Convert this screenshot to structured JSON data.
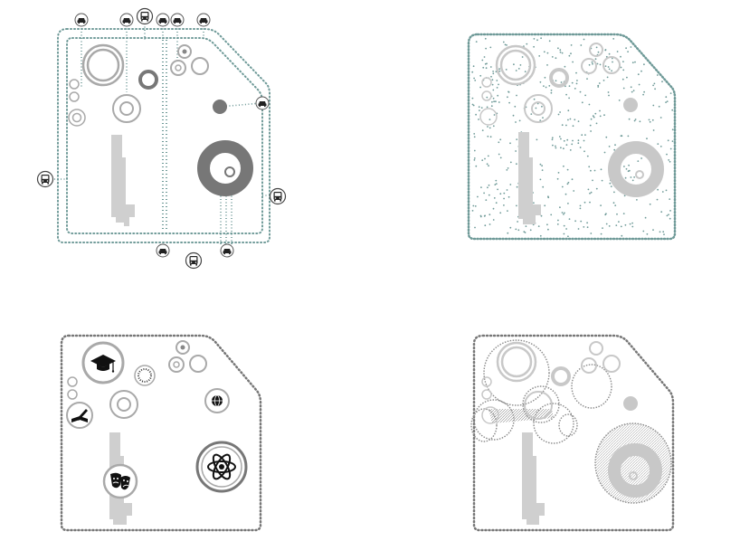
{
  "diagram": {
    "panels": [
      {
        "id": "transport-access",
        "theme": "bus and car access points around the campus perimeter"
      },
      {
        "id": "vegetation-scatter",
        "theme": "dotted scatter fill across the campus"
      },
      {
        "id": "programme-icons",
        "theme": "activity icons placed in the circular zones"
      },
      {
        "id": "overlapping-zones",
        "theme": "overlapping hatched circles"
      }
    ],
    "icons": {
      "bus": "bus-icon",
      "car": "car-icon",
      "graduation": "graduation-cap-icon",
      "globe": "globe-icon",
      "atom": "atom-icon",
      "masks": "theatre-masks-icon",
      "book": "book-pen-icon",
      "dotted-ring": "dotted-ring-icon"
    },
    "colors": {
      "outline": "#6f7a7c",
      "teal_dots": "#6f9a98",
      "dark_grey": "#777777",
      "mid_grey": "#a9a9a9",
      "light_grey": "#c8c8c8",
      "building": "#cfcfcf"
    }
  }
}
